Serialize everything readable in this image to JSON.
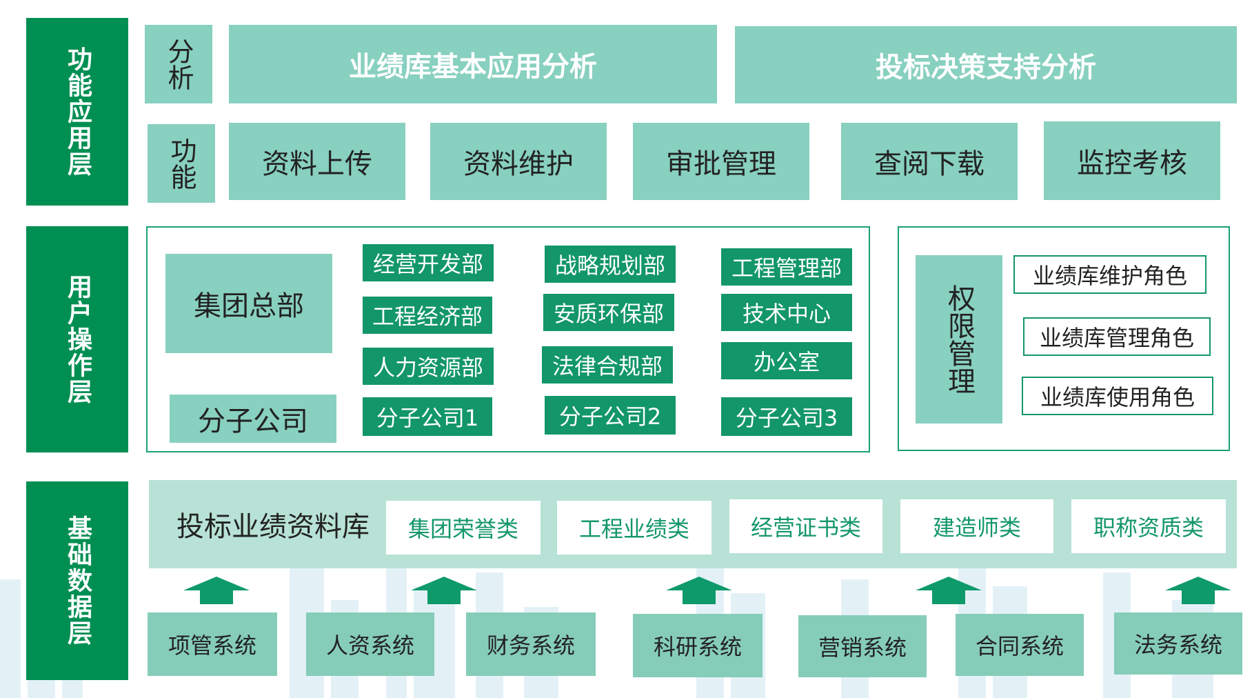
{
  "layers": {
    "function": "功能应用层",
    "user": "用户操作层",
    "data": "基础数据层"
  },
  "function_layer": {
    "analysis_label": "分析",
    "analysis_items": [
      "业绩库基本应用分析",
      "投标决策支持分析"
    ],
    "function_label": "功能",
    "function_items": [
      "资料上传",
      "资料维护",
      "审批管理",
      "查阅下载",
      "监控考核"
    ]
  },
  "user_layer": {
    "hq": "集团总部",
    "sub": "分子公司",
    "departments": [
      "经营开发部",
      "战略规划部",
      "工程管理部",
      "工程经济部",
      "安质环保部",
      "技术中心",
      "人力资源部",
      "法律合规部",
      "办公室"
    ],
    "subsidiaries": [
      "分子公司1",
      "分子公司2",
      "分子公司3"
    ],
    "permission_label": "权限管理",
    "roles": [
      "业绩库维护角色",
      "业绩库管理角色",
      "业绩库使用角色"
    ]
  },
  "data_layer": {
    "library": "投标业绩资料库",
    "categories": [
      "集团荣誉类",
      "工程业绩类",
      "经营证书类",
      "建造师类",
      "职称资质类"
    ],
    "systems": [
      "项管系统",
      "人资系统",
      "财务系统",
      "科研系统",
      "营销系统",
      "合同系统",
      "法务系统"
    ]
  },
  "colors": {
    "layer_green": "#008f53",
    "teal": "#88d0bf",
    "dept_green": "#12966a",
    "light_band": "#b8e2d6"
  }
}
